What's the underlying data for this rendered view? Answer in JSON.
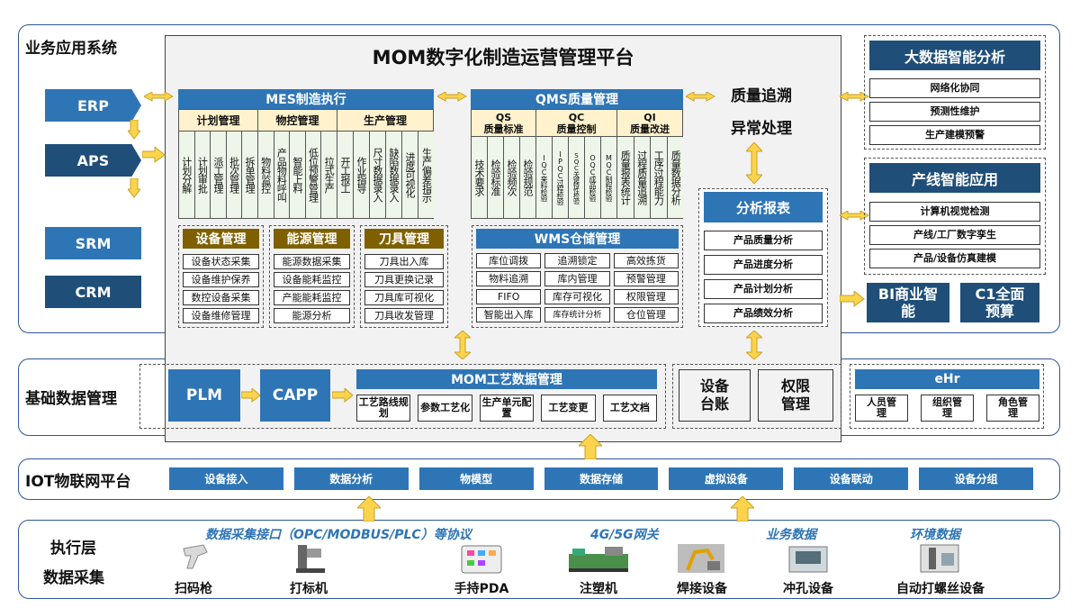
{
  "rows": {
    "biz": "业务应用系统",
    "base": "基础数据管理",
    "iot": "IOT物联网平台",
    "exec1": "执行层",
    "exec2": "数据采集"
  },
  "left": [
    "ERP",
    "APS",
    "SRM",
    "CRM"
  ],
  "mom_title": "MOM数字化制造运营管理平台",
  "mes": {
    "title": "MES制造执行",
    "groups": [
      {
        "name": "计划管理",
        "items": [
          "计划分解",
          "计划审批",
          "派工管理",
          "批次管理",
          "拆单管理"
        ]
      },
      {
        "name": "物控管理",
        "items": [
          "物料监控",
          "产品物料呼叫",
          "智能上料",
          "低位预警管理",
          "拉式生产"
        ]
      },
      {
        "name": "生产管理",
        "items": [
          "开工报工",
          "作业指导",
          "尺寸数据录入",
          "缺陷数据录入",
          "进度可视化",
          "生产偏差指示"
        ]
      }
    ]
  },
  "qms": {
    "title": "QMS质量管理",
    "groups": [
      {
        "name1": "QS",
        "name2": "质量标准",
        "items": [
          "技术要求",
          "检验标准",
          "检验频次",
          "检验规范"
        ]
      },
      {
        "name1": "QC",
        "name2": "质量控制",
        "items": [
          "IQC来料检验",
          "IPQC过程检验",
          "SQC关键特性检验",
          "OQC成品检验",
          "MQC制程检验"
        ]
      },
      {
        "name1": "QI",
        "name2": "质量改进",
        "items": [
          "质量报表统计",
          "过程质量追溯",
          "工序过程能力",
          "质量数据分析"
        ]
      }
    ]
  },
  "trace": [
    "质量追溯",
    "异常处理"
  ],
  "equip": {
    "title": "设备管理",
    "items": [
      "设备状态采集",
      "设备维护保养",
      "数控设备采集",
      "设备维修管理"
    ]
  },
  "energy": {
    "title": "能源管理",
    "items": [
      "能源数据采集",
      "设备能耗监控",
      "产能能耗监控",
      "能源分析"
    ]
  },
  "tool": {
    "title": "刀具管理",
    "items": [
      "刀具出入库",
      "刀具更换记录",
      "刀具库可视化",
      "刀具收发管理"
    ]
  },
  "wms": {
    "title": "WMS仓储管理",
    "items": [
      "库位调拨",
      "追溯锁定",
      "高效拣货",
      "物料追溯",
      "库内管理",
      "预警管理",
      "FIFO",
      "库存可视化",
      "权限管理",
      "智能出入库",
      "库存统计分析",
      "仓位管理"
    ]
  },
  "report": {
    "title": "分析报表",
    "items": [
      "产品质量分析",
      "产品进度分析",
      "产品计划分析",
      "产品绩效分析"
    ]
  },
  "bigdata": {
    "title": "大数据智能分析",
    "items": [
      "网络化协同",
      "预测性维护",
      "生产建模预警"
    ]
  },
  "line": {
    "title": "产线智能应用",
    "items": [
      "计算机视觉检测",
      "产线/工厂数字孪生",
      "产品/设备仿真建模"
    ]
  },
  "bi": "BI商业智能",
  "c1": "C1全面预算",
  "plm": "PLM",
  "capp": "CAPP",
  "proc": {
    "title": "MOM工艺数据管理",
    "items": [
      "工艺路线规划",
      "参数工艺化",
      "生产单元配置",
      "工艺变更",
      "工艺文档"
    ]
  },
  "ledger": "设备台账",
  "perm": "权限管理",
  "ehr": {
    "title": "eHr",
    "items": [
      "人员管理",
      "组织管理",
      "角色管理"
    ]
  },
  "iot": [
    "设备接入",
    "数据分析",
    "物模型",
    "数据存储",
    "虚拟设备",
    "设备联动",
    "设备分组"
  ],
  "proto": {
    "p1": "数据采集接口（OPC/MODBUS/PLC）等协议",
    "p2": "4G/5G网关",
    "p3": "业务数据",
    "p4": "环境数据"
  },
  "devices": [
    "扫码枪",
    "打标机",
    "手持PDA",
    "注塑机",
    "焊接设备",
    "冲孔设备",
    "自动打螺丝设备"
  ],
  "colors": {
    "blue": "#2e75b6",
    "dark": "#1f4e79",
    "brown": "#7f6000",
    "arrow": "#fbc02d"
  }
}
